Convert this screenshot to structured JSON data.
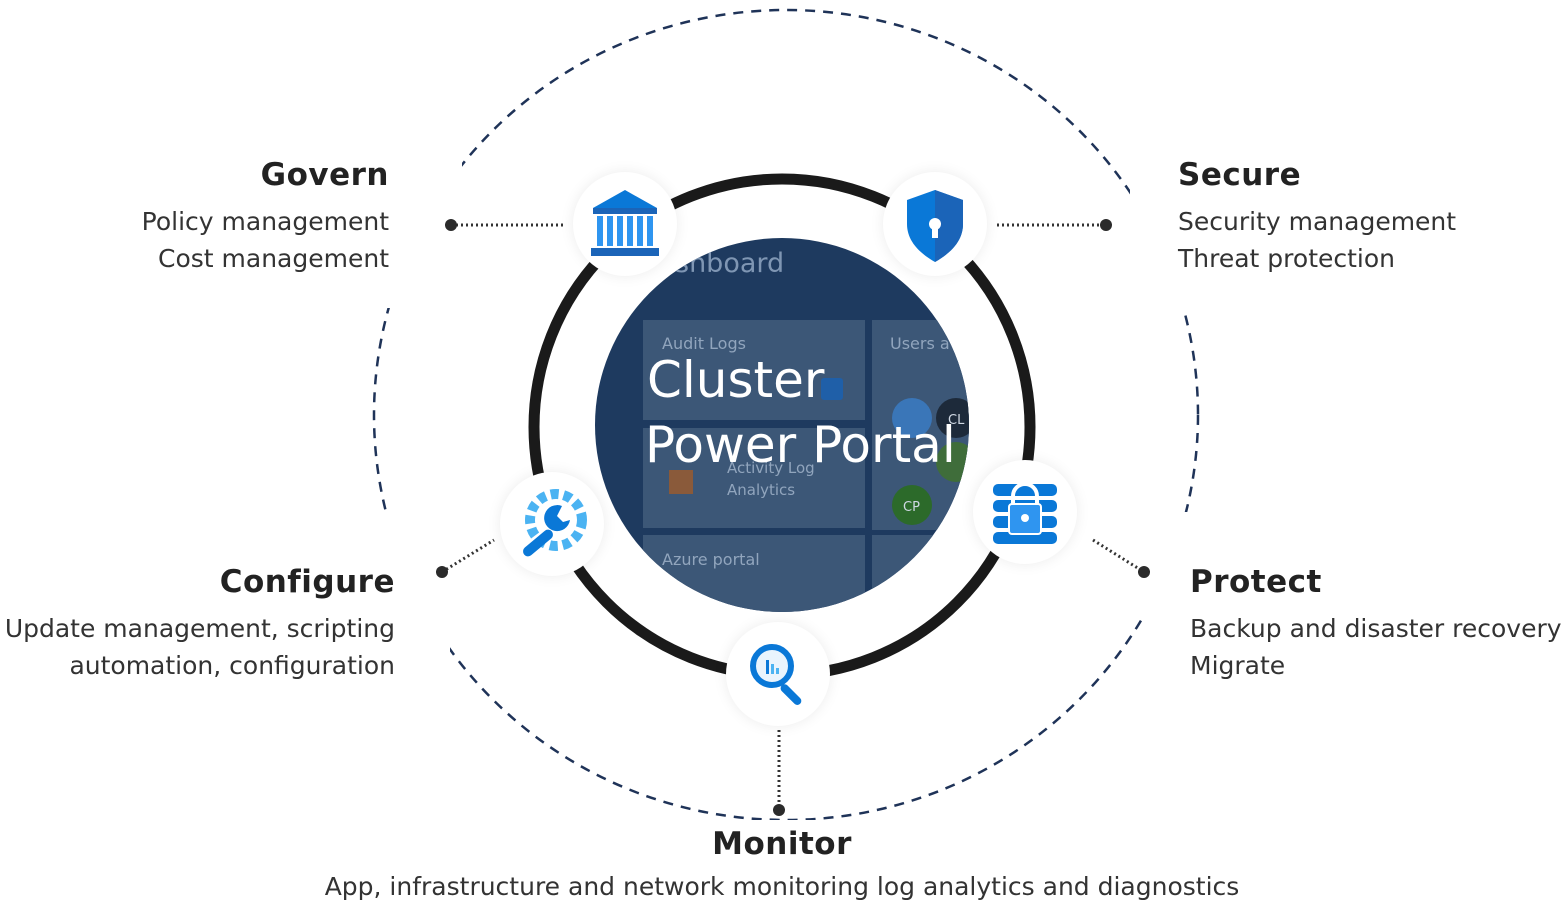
{
  "center": {
    "line1": "Cluster",
    "line2": "Power Portal"
  },
  "colors": {
    "ring": "#1a1a1a",
    "dashed": "#1f3358",
    "accent": "#0a78d7",
    "accent_light": "#4bb3f2",
    "core": "#1e3a5f"
  },
  "sections": {
    "govern": {
      "title": "Govern",
      "lines": [
        "Policy management",
        "Cost management"
      ],
      "icon": "bank-icon"
    },
    "secure": {
      "title": "Secure",
      "lines": [
        "Security management",
        "Threat protection"
      ],
      "icon": "shield-lock-icon"
    },
    "configure": {
      "title": "Configure",
      "lines": [
        "Update management, scripting",
        "automation, configuration"
      ],
      "icon": "gear-wrench-icon"
    },
    "protect": {
      "title": "Protect",
      "lines": [
        "Backup and disaster recovery",
        "Migrate"
      ],
      "icon": "database-lock-icon"
    },
    "monitor": {
      "title": "Monitor",
      "lines": [
        "App, infrastructure and network monitoring log analytics and diagnostics"
      ],
      "icon": "search-chart-icon"
    }
  },
  "background_screenshot": {
    "header": "shboard",
    "tiles": [
      "Audit Logs",
      "Users a",
      "Activity Log",
      "Analytics",
      "Azure portal"
    ],
    "avatars": [
      "CL",
      "CP"
    ]
  }
}
